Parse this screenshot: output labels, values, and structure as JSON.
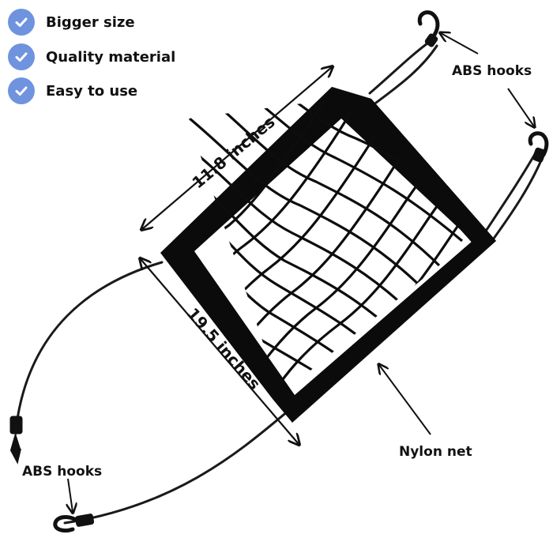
{
  "features": [
    {
      "label": "Bigger size",
      "icon": "check-circle-icon"
    },
    {
      "label": "Quality material",
      "icon": "check-circle-icon"
    },
    {
      "label": "Easy to use",
      "icon": "check-circle-icon"
    }
  ],
  "labels": {
    "width": "11.8 inches",
    "height": "19.5 inches",
    "hooks_top": "ABS hooks",
    "hooks_bottom": "ABS hooks",
    "net": "Nylon net"
  },
  "colors": {
    "check_badge": "#6f93df",
    "check_mark": "#ffffff",
    "net": "#0d0d0d",
    "cord": "#1a1a1a",
    "text": "#111111"
  }
}
